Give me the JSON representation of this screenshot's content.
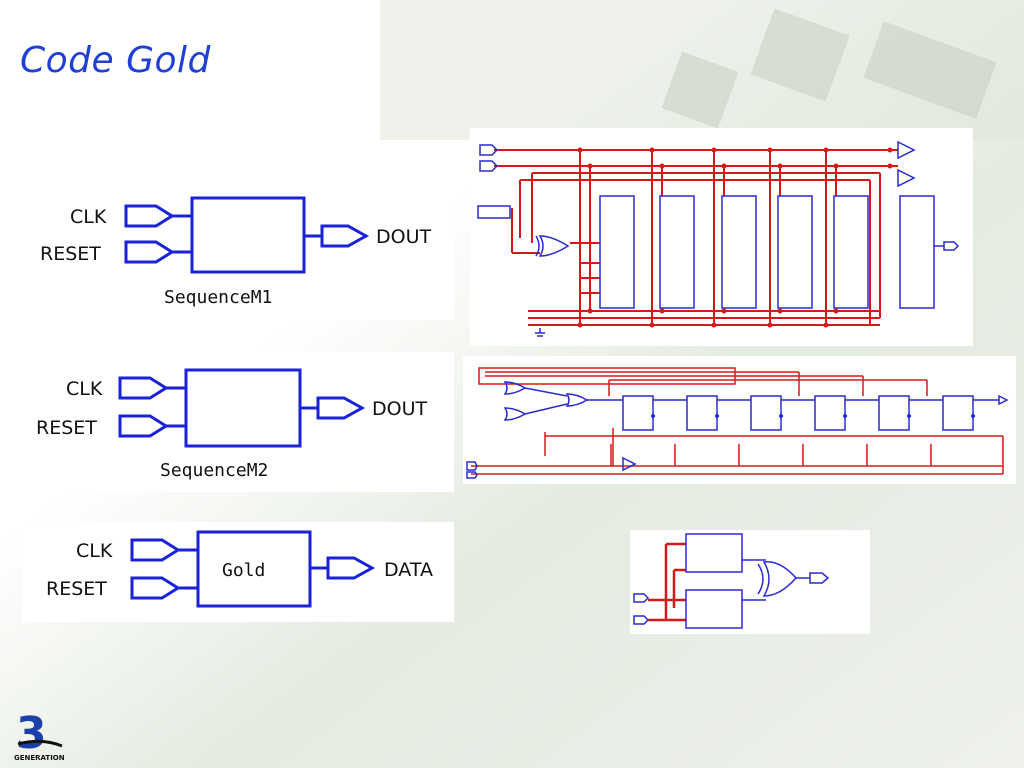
{
  "slide": {
    "title": "Code Gold"
  },
  "blocks": [
    {
      "name": "SequenceM1",
      "inputs": [
        "CLK",
        "RESET"
      ],
      "output": "DOUT",
      "inner_label": ""
    },
    {
      "name": "SequenceM2",
      "inputs": [
        "CLK",
        "RESET"
      ],
      "output": "DOUT",
      "inner_label": ""
    },
    {
      "name": "",
      "inputs": [
        "CLK",
        "RESET"
      ],
      "output": "DATA",
      "inner_label": "Gold"
    }
  ],
  "logo": {
    "text": "GENERATION",
    "digit": "3"
  },
  "colors": {
    "title": "#1f3fd6",
    "symbol": "#1a22d8",
    "wire": "#d81818",
    "component": "#2a2ad0"
  }
}
